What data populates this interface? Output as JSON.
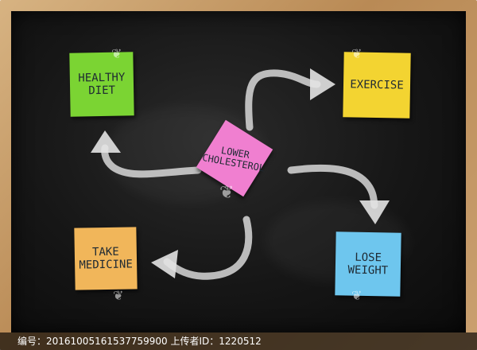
{
  "notes": {
    "healthy_diet": "HEALTHY\nDIET",
    "exercise": "EXERCISE",
    "lower_cholesterol": "LOWER\nCHOLESTEROL",
    "take_medicine": "TAKE\nMEDICINE",
    "lose_weight": "LOSE\nWEIGHT"
  },
  "caption": "编号：20161005161537759900 上传者ID：1220512",
  "colors": {
    "diet": "#7bd433",
    "exercise": "#f3d431",
    "center": "#f07fd0",
    "medicine": "#f1b65a",
    "weight": "#6ec6ee",
    "chalk": "#dcdcdc"
  }
}
